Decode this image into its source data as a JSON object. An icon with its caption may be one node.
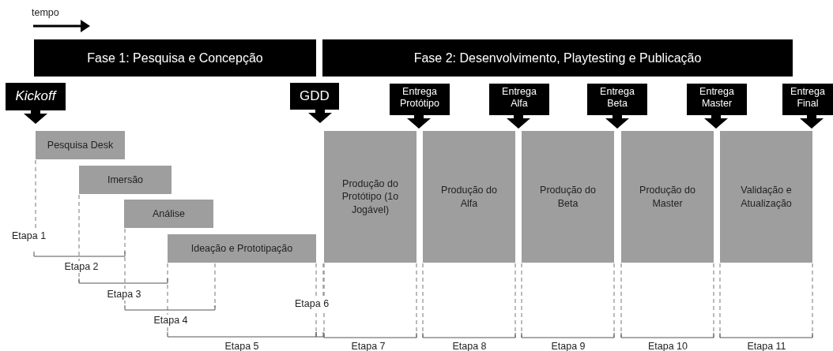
{
  "diagram": {
    "nodes": [
      {
        "text": [
          "Fase 1: Pesquisa e Concepção"
        ]
      },
      {
        "text": [
          "Fase 2: Desenvolvimento, Playtesting e Publicação"
        ]
      },
      {
        "text": [
          "Kickoff"
        ]
      },
      {
        "text": [
          "GDD"
        ]
      },
      {
        "text": [
          "Entrega Protótipo"
        ]
      },
      {
        "text": [
          "Entrega Alfa"
        ]
      },
      {
        "text": [
          "Entrega Beta"
        ]
      },
      {
        "text": [
          "Entrega Master"
        ]
      },
      {
        "text": [
          "Entrega Final"
        ]
      },
      {
        "text": [
          "Pesquisa Desk"
        ]
      },
      {
        "text": [
          "Imersão"
        ]
      },
      {
        "text": [
          "Análise"
        ]
      },
      {
        "text": [
          "Ideação e Prototipação"
        ]
      },
      {
        "text": [
          "Produção do Protótipo (1o Jogável)"
        ]
      },
      {
        "text": [
          "Produção do Alfa"
        ]
      },
      {
        "text": [
          "Produção do Beta"
        ]
      },
      {
        "text": [
          "Produção do Master"
        ]
      },
      {
        "text": [
          "Validação e Atualização"
        ]
      }
    ],
    "labels": [
      "tempo",
      "Etapa 1",
      "Etapa 2",
      "Etapa 3",
      "Etapa 4",
      "Etapa 5",
      "Etapa 6",
      "Etapa 7",
      "Etapa 8",
      "Etapa 9",
      "Etapa 10",
      "Etapa 11"
    ]
  }
}
